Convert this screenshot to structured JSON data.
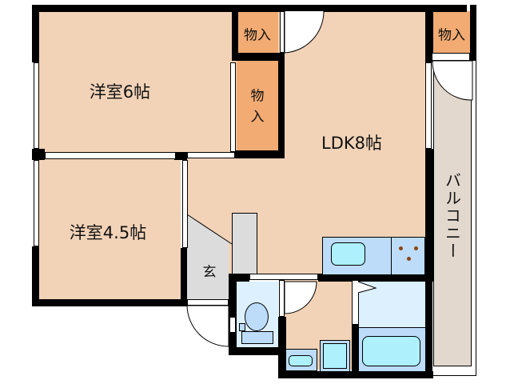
{
  "floor_plan": {
    "rooms": [
      {
        "id": "western-6",
        "label": "洋室6帖"
      },
      {
        "id": "western-4-5",
        "label": "洋室4.5帖"
      },
      {
        "id": "ldk",
        "label": "LDK8帖"
      },
      {
        "id": "entrance",
        "label": "玄"
      },
      {
        "id": "balcony",
        "label": "バルコニー"
      }
    ],
    "closets": [
      {
        "id": "closet-top-middle",
        "label": "物入"
      },
      {
        "id": "closet-middle-vertical",
        "label_line1": "物",
        "label_line2": "入"
      },
      {
        "id": "closet-top-right",
        "label": "物入"
      }
    ],
    "fixtures": [
      "kitchen-sink",
      "gas-stove",
      "toilet",
      "washbasin",
      "washing-machine-pan",
      "bathtub"
    ],
    "colors": {
      "room": "#f2d3b8",
      "closet": "#f2ab72",
      "entrance": "#dcdcdc",
      "balcony": "#e2d8ce",
      "wet_area": "#ddf0fd",
      "fixture": "#bcdcfa",
      "basin": "#aef0fc",
      "wall": "#000000"
    }
  }
}
